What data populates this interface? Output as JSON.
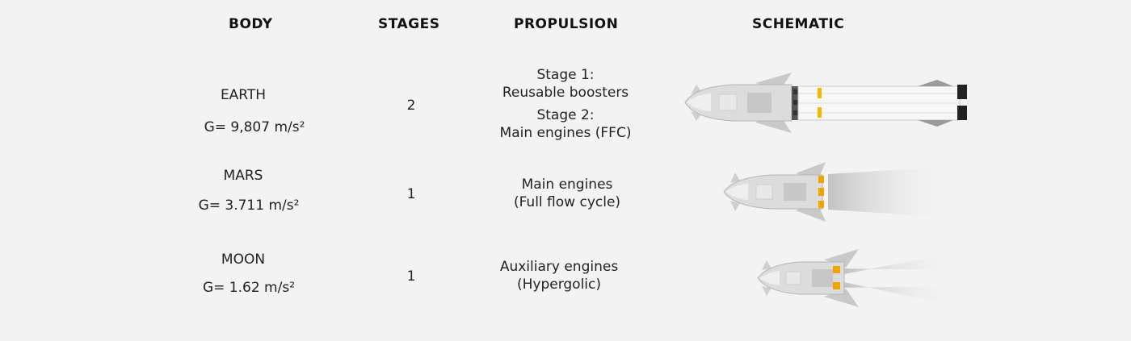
{
  "headers": {
    "body": "BODY",
    "stages": "STAGES",
    "propulsion": "PROPULSION",
    "schematic": "SCHEMATIC"
  },
  "rows": [
    {
      "body": "EARTH",
      "gravity": "G= 9,807 m/s²",
      "stages": "2",
      "propulsion": [
        "Stage 1:",
        "Reusable boosters",
        "Stage 2:",
        "Main engines (FFC)"
      ]
    },
    {
      "body": "MARS",
      "gravity": "G= 3.711 m/s²",
      "stages": "1",
      "propulsion": [
        "Main engines",
        "(Full flow cycle)"
      ]
    },
    {
      "body": "MOON",
      "gravity": "G= 1.62 m/s²",
      "stages": "1",
      "propulsion": [
        "Auxiliary engines",
        "(Hypergolic)"
      ]
    }
  ],
  "colors": {
    "background": "#f3f3f3",
    "hull": "#d9d9d9",
    "engine_glow": "#f2a500",
    "booster_band": "#f5b800"
  }
}
